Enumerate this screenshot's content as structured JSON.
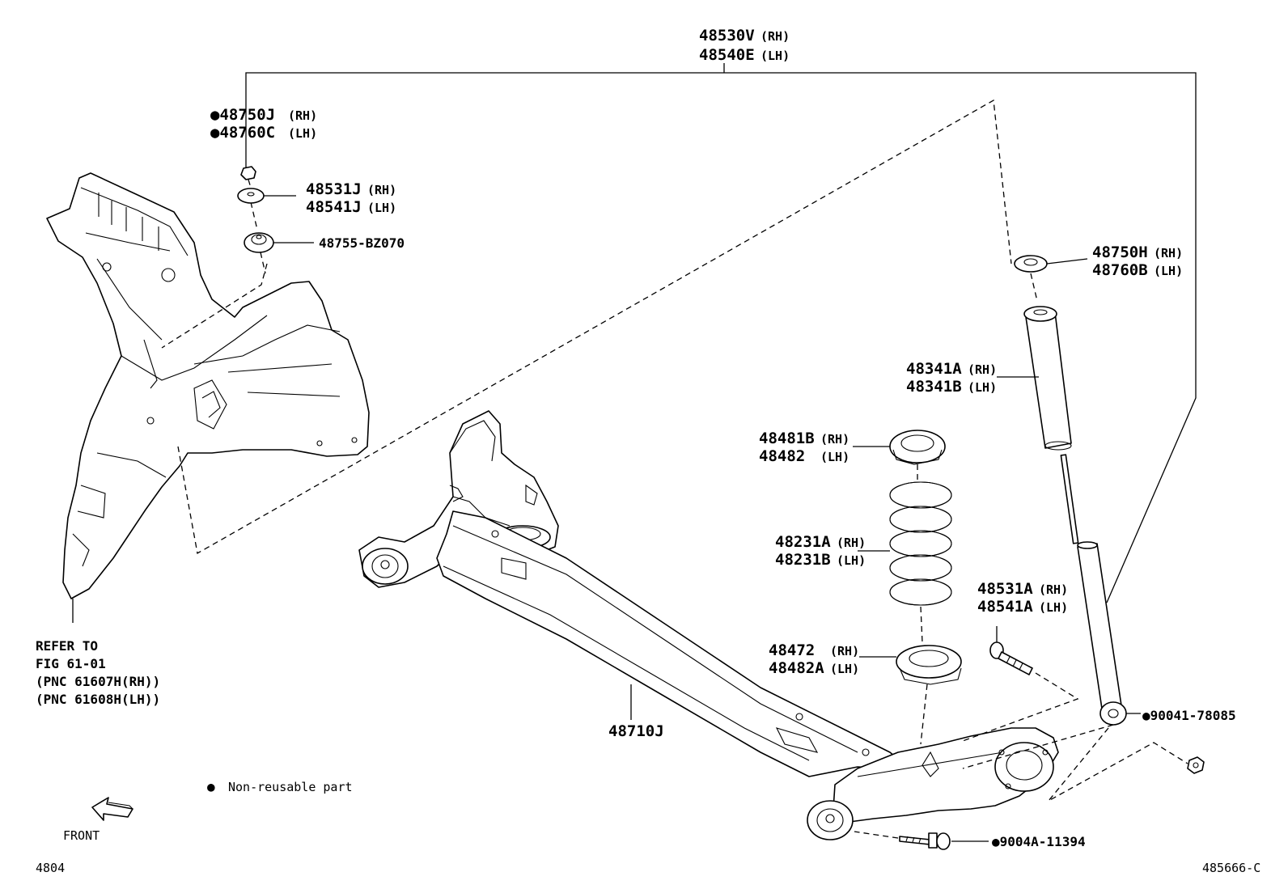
{
  "callouts": {
    "shock_assembly": {
      "line1": "48530V",
      "side1": "(RH)",
      "line2": "48540E",
      "side2": "(LH)"
    },
    "nut_top": {
      "line1": "●48750J",
      "side1": "(RH)",
      "line2": "●48760C",
      "side2": "(LH)"
    },
    "washer_top": {
      "line1": "48531J",
      "side1": "(RH)",
      "line2": "48541J",
      "side2": "(LH)"
    },
    "cushion_top": {
      "line1": "48755-BZ070"
    },
    "support_right": {
      "line1": "48750H",
      "side1": "(RH)",
      "line2": "48760B",
      "side2": "(LH)"
    },
    "bellows": {
      "line1": "48341A",
      "side1": "(RH)",
      "line2": "48341B",
      "side2": "(LH)"
    },
    "upper_insulator": {
      "line1": "48481B",
      "side1": "(RH)",
      "line2": "48482 ",
      "side2": "(LH)"
    },
    "coil_spring": {
      "line1": "48231A",
      "side1": "(RH)",
      "line2": "48231B",
      "side2": "(LH)"
    },
    "lower_insulator": {
      "line1": "48472 ",
      "side1": "(RH)",
      "line2": "48482A",
      "side2": "(LH)"
    },
    "bolt_washer": {
      "line1": "48531A",
      "side1": "(RH)",
      "line2": "48541A",
      "side2": "(LH)"
    },
    "nut_lower": {
      "line1": "●90041-78085"
    },
    "axle_beam": {
      "line1": "48710J"
    },
    "bolt_lower": {
      "line1": "●9004A-11394"
    }
  },
  "refer": {
    "line1": "REFER TO",
    "line2": "FIG 61-01",
    "line3": "(PNC 61607H(RH))",
    "line4": "(PNC 61608H(LH))"
  },
  "legend": {
    "symbol": "●",
    "text": "Non-reusable part"
  },
  "front_label": "FRONT",
  "page_code": "4804",
  "figure_code": "485666-C"
}
